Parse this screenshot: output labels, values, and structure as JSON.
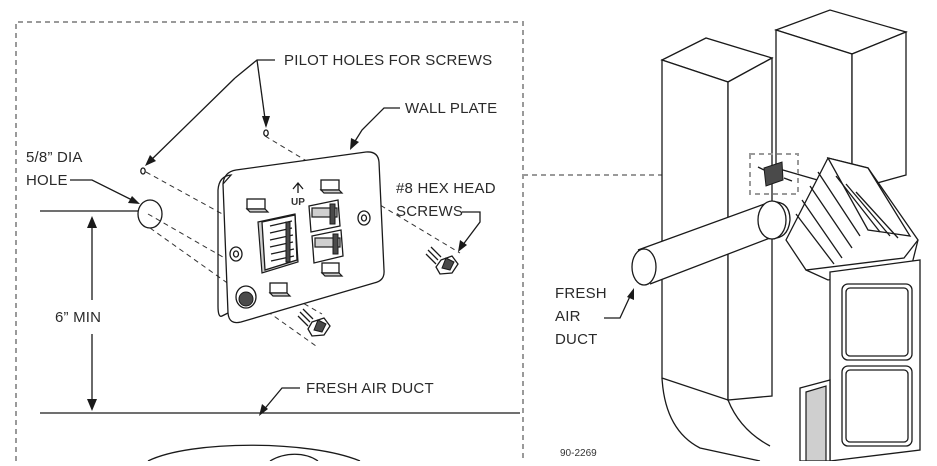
{
  "labels": {
    "pilot_holes": "PILOT HOLES FOR SCREWS",
    "wall_plate": "WALL PLATE",
    "hole_line1": "5/8” DIA",
    "hole_line2": "HOLE",
    "hex_line1": "#8 HEX HEAD",
    "hex_line2": "SCREWS",
    "min_dist": "6” MIN",
    "fresh_air_duct": "FRESH AIR DUCT",
    "fresh_line1": "FRESH",
    "fresh_line2": "AIR",
    "fresh_line3": "DUCT",
    "plate_up": "UP",
    "figure_code": "90-2269"
  }
}
